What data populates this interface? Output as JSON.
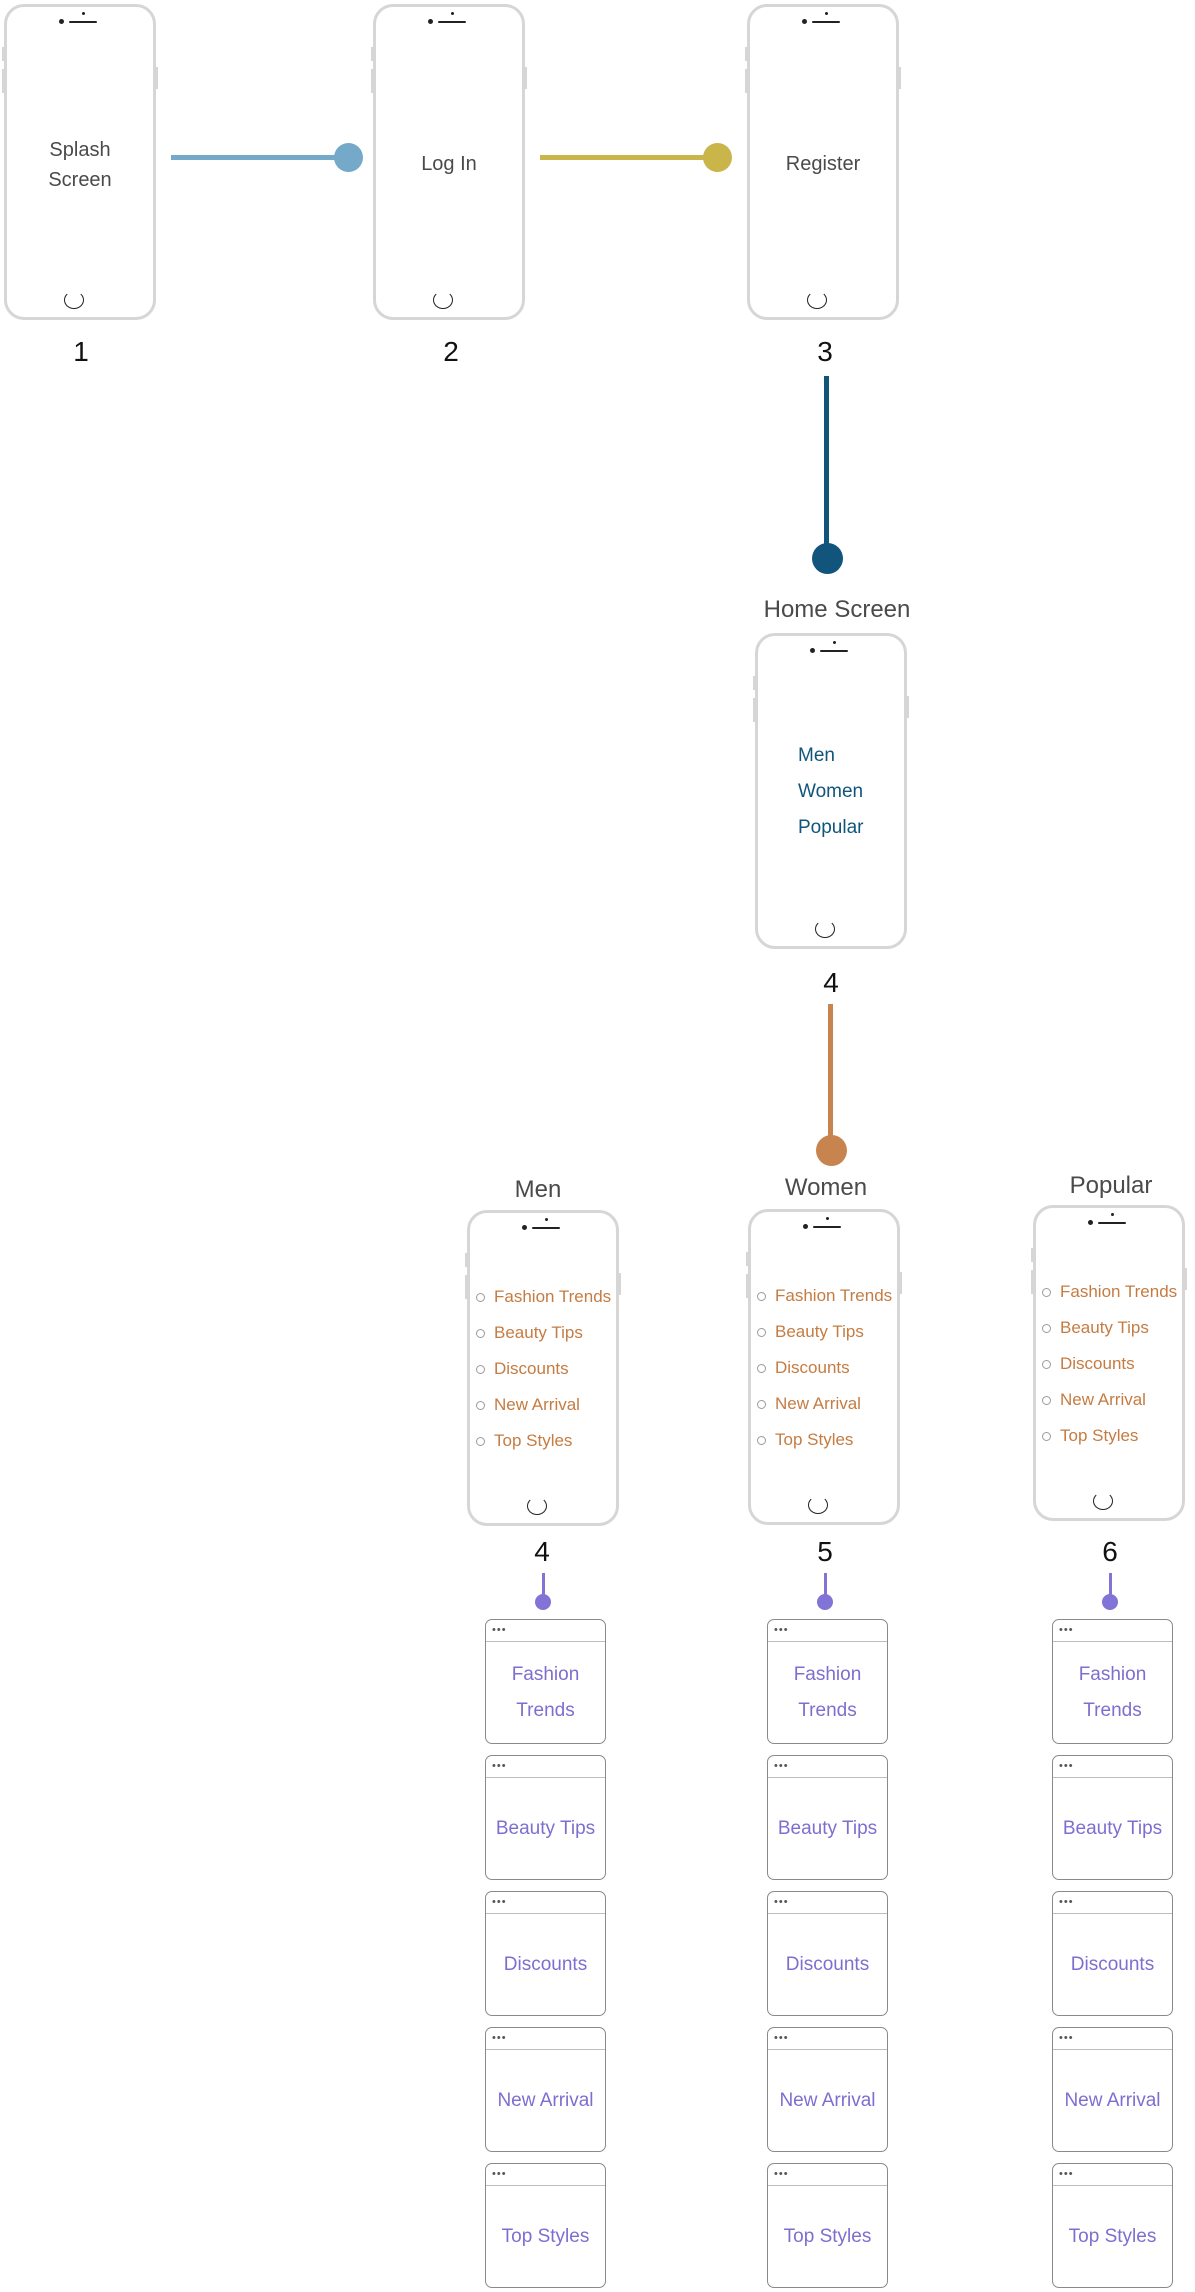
{
  "flow": {
    "splash": {
      "label": "Splash Screen",
      "number": "1"
    },
    "login": {
      "label": "Log In",
      "number": "2"
    },
    "register": {
      "label": "Register",
      "number": "3"
    },
    "home": {
      "title": "Home Screen",
      "number": "4",
      "menu": [
        "Men",
        "Women",
        "Popular"
      ]
    },
    "categories": [
      {
        "title": "Men",
        "number": "4"
      },
      {
        "title": "Women",
        "number": "5"
      },
      {
        "title": "Popular",
        "number": "6"
      }
    ],
    "options": [
      "Fashion Trends",
      "Beauty Tips",
      "Discounts",
      "New Arrival",
      "Top Styles"
    ],
    "cards": [
      "Fashion Trends",
      "Beauty Tips",
      "Discounts",
      "New Arrival",
      "Top Styles"
    ],
    "card_dots": "•••"
  },
  "colors": {
    "connector_1": "#74a9c9",
    "connector_2": "#c9b54a",
    "connector_3": "#11557c",
    "connector_4": "#c8844f",
    "connector_5": "#8274d6",
    "menu_text": "#11557c",
    "option_text": "#c57c42",
    "card_text": "#7c6fd0"
  }
}
